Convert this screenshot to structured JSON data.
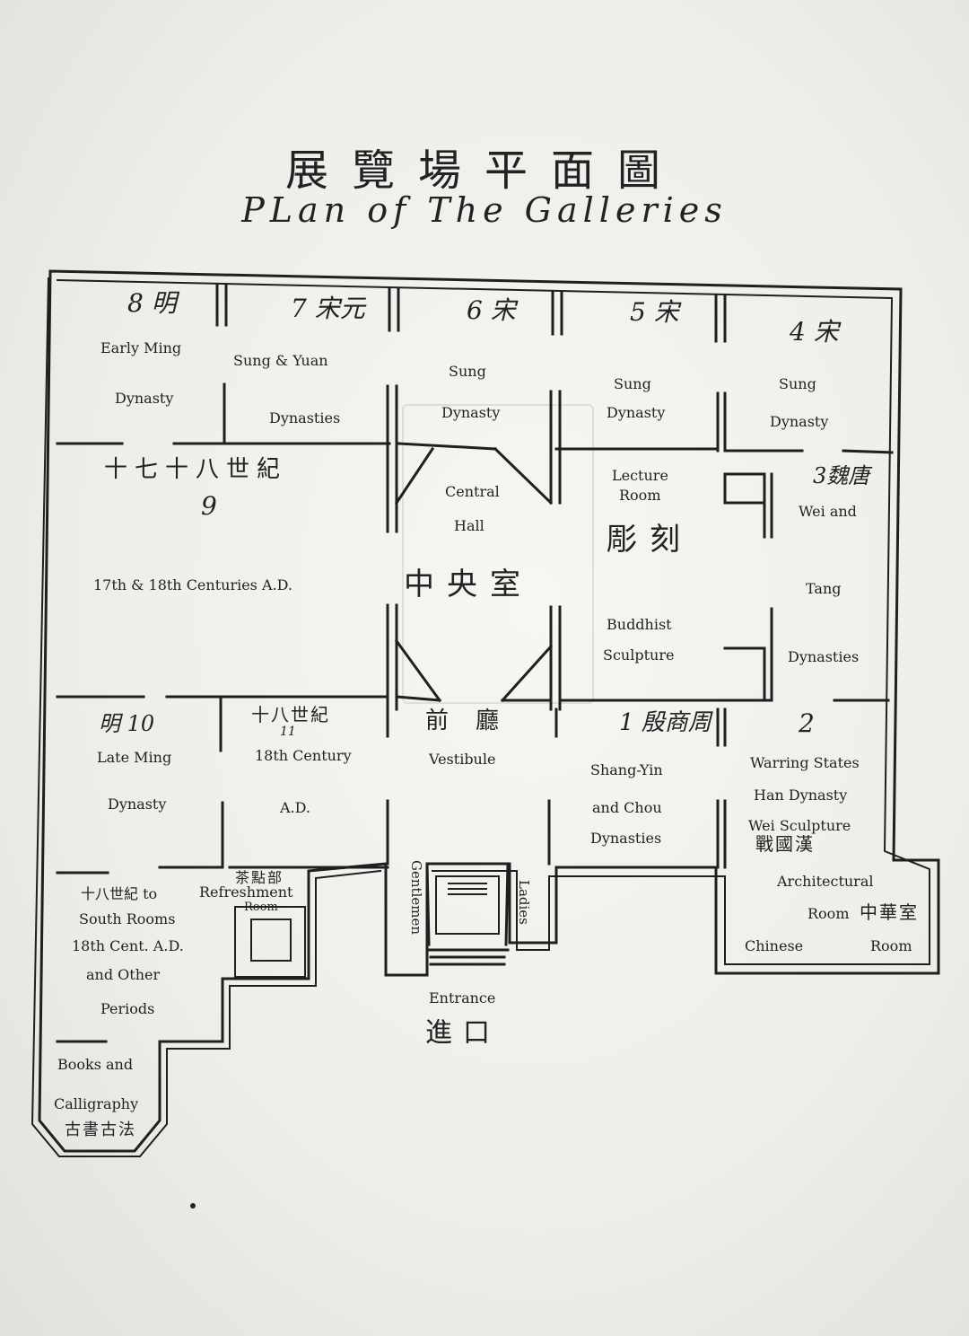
{
  "title": {
    "zh": "展覽場平面圖",
    "en": "PLan of The Galleries"
  },
  "rooms": {
    "r8": {
      "number": "8 明",
      "lines": [
        "Early Ming",
        "Dynasty"
      ]
    },
    "r7": {
      "number": "7 宋元",
      "lines": [
        "Sung & Yuan",
        "Dynasties"
      ]
    },
    "r6": {
      "number": "6 宋",
      "lines": [
        "Sung",
        "Dynasty"
      ]
    },
    "r5": {
      "number": "5 宋",
      "lines": [
        "Sung",
        "Dynasty"
      ]
    },
    "r4": {
      "number": "4 宋",
      "lines": [
        "Sung",
        "Dynasty"
      ]
    },
    "r9": {
      "zh": "十七十八世紀",
      "number": "9",
      "lines": [
        "17th & 18th Centuries A.D."
      ]
    },
    "central": {
      "lines": [
        "Central",
        "Hall"
      ],
      "zh": "中央室"
    },
    "lecture": {
      "lines": [
        "Lecture",
        "Room"
      ]
    },
    "sculpture": {
      "zh": "彫刻",
      "lines": [
        "Buddhist",
        "Sculpture"
      ]
    },
    "r3": {
      "number": "3魏唐",
      "lines": [
        "Wei and",
        "Tang",
        "Dynasties"
      ]
    },
    "r10": {
      "number": "明 10",
      "lines": [
        "Late Ming",
        "Dynasty"
      ]
    },
    "r11": {
      "zh": "十八世紀",
      "number": "11",
      "lines": [
        "18th Century",
        "A.D."
      ]
    },
    "vestibule": {
      "zh": "前廳",
      "lines": [
        "Vestibule"
      ]
    },
    "r1": {
      "number": "1 殷商周",
      "lines": [
        "Shang-Yin",
        "and Chou",
        "Dynasties"
      ]
    },
    "r2": {
      "number": "2",
      "lines": [
        "Warring States",
        "Han Dynasty",
        "Wei Sculpture"
      ],
      "zh": "戰國漢"
    },
    "architectural": {
      "lines": [
        "Architectural",
        "Room",
        "Chinese",
        "Room"
      ],
      "zh": "中華室"
    },
    "south": {
      "lines": [
        "十八世紀 to",
        "South Rooms",
        "18th Cent. A.D.",
        "and Other",
        "Periods"
      ]
    },
    "refreshment": {
      "zh": "茶點部",
      "lines": [
        "Refreshment",
        "Room"
      ]
    },
    "gentlemen": "Gentlemen",
    "ladies": "Ladies",
    "entrance": {
      "en": "Entrance",
      "zh": "進口"
    },
    "books": {
      "lines": [
        "Books and",
        "Calligraphy"
      ],
      "zh": "古書古法"
    }
  }
}
